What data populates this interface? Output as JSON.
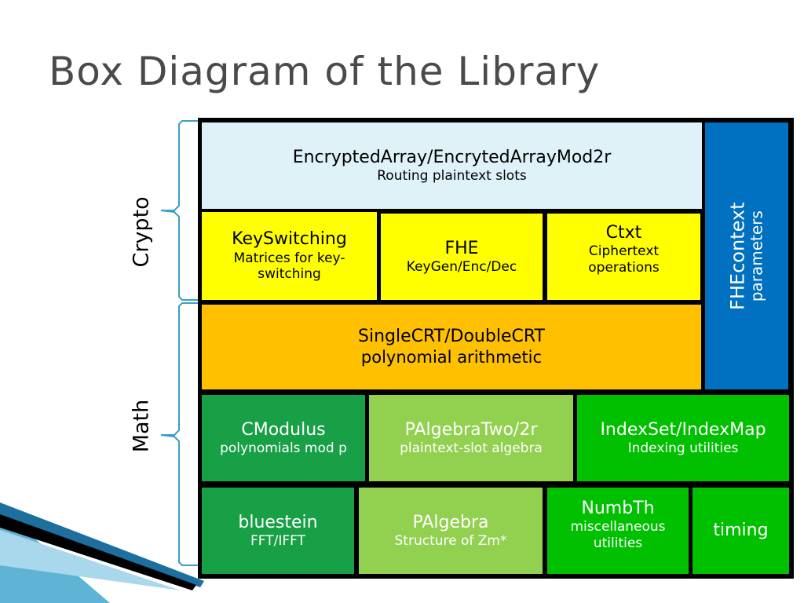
{
  "title": "Box Diagram of the Library",
  "groups": {
    "crypto": "Crypto",
    "math": "Math"
  },
  "boxes": {
    "encrypted_array": {
      "title": "EncryptedArray/EncrytedArrayMod2r",
      "sub": "Routing plaintext slots"
    },
    "keyswitching": {
      "title": "KeySwitching",
      "sub1": "Matrices for key-",
      "sub2": "switching"
    },
    "fhe": {
      "title": "FHE",
      "sub": "KeyGen/Enc/Dec"
    },
    "ctxt": {
      "title": "Ctxt",
      "sub1": "Ciphertext",
      "sub2": "operations"
    },
    "crt": {
      "title": "SingleCRT/DoubleCRT",
      "sub": "polynomial arithmetic"
    },
    "cmodulus": {
      "title": "CModulus",
      "sub": "polynomials mod p"
    },
    "palgebratwo": {
      "title": "PAlgebraTwo/2r",
      "sub": "plaintext-slot algebra"
    },
    "indexset": {
      "title": "IndexSet/IndexMap",
      "sub": "Indexing utilities"
    },
    "bluestein": {
      "title": "bluestein",
      "sub": "FFT/IFFT"
    },
    "palgebra": {
      "title": "PAlgebra",
      "sub": "Structure of Zm*"
    },
    "numbth": {
      "title": "NumbTh",
      "sub1": "miscellaneous",
      "sub2": "utilities"
    },
    "timing": {
      "title": "timing"
    },
    "fhecontext": {
      "title": "FHEcontext",
      "sub": "parameters"
    }
  },
  "colors": {
    "light_blue": "#dff2f7",
    "yellow": "#ffff00",
    "orange": "#ffc000",
    "dark_green": "#18a046",
    "light_green": "#92d050",
    "bright_green": "#00c000",
    "blue": "#0070c0"
  }
}
